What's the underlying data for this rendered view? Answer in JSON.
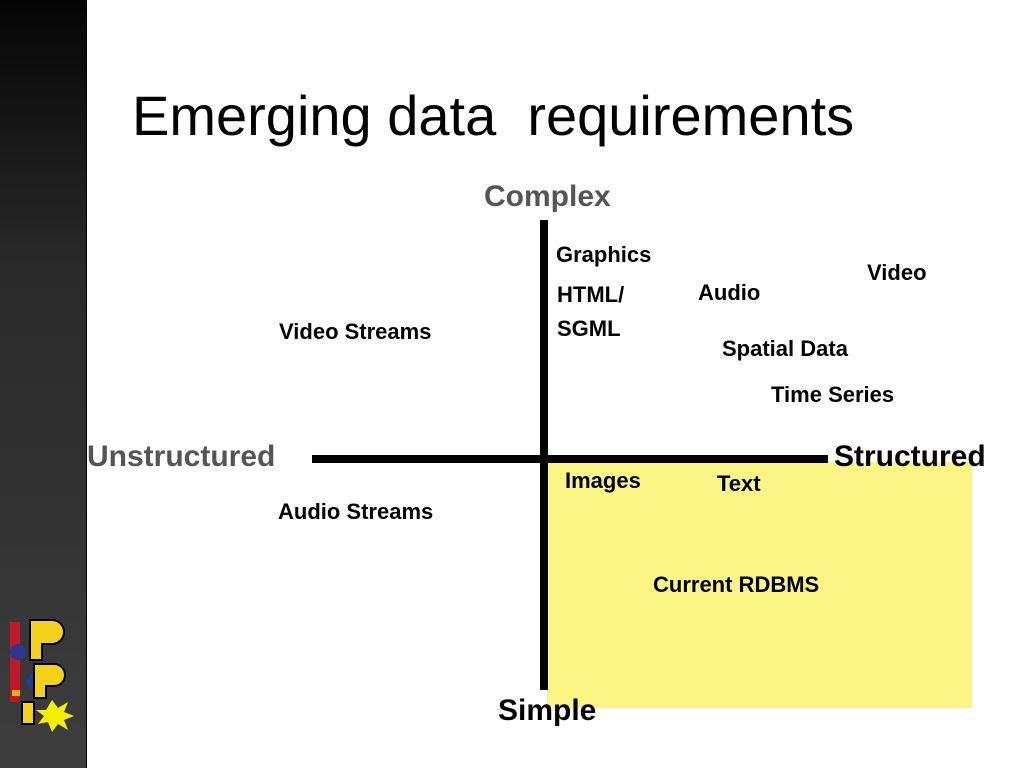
{
  "slide": {
    "title": "Emerging data  requirements"
  },
  "axes": {
    "top": "Complex",
    "bottom": "Simple",
    "left": "Unstructured",
    "right": "Structured"
  },
  "items": {
    "graphics": "Graphics",
    "html_sgml_line1": "HTML/",
    "html_sgml_line2": "SGML",
    "audio": "Audio",
    "video": "Video",
    "video_streams": "Video Streams",
    "spatial_data": "Spatial Data",
    "time_series": "Time Series",
    "images": "Images",
    "text": "Text",
    "audio_streams": "Audio Streams",
    "current_rdbms": "Current RDBMS"
  },
  "colors": {
    "highlight_region": "#faf584",
    "axis": "#000000",
    "axis_label_gray": "#555555"
  },
  "logo": {
    "icon": "pipe-logo-icon",
    "letters": "P"
  }
}
